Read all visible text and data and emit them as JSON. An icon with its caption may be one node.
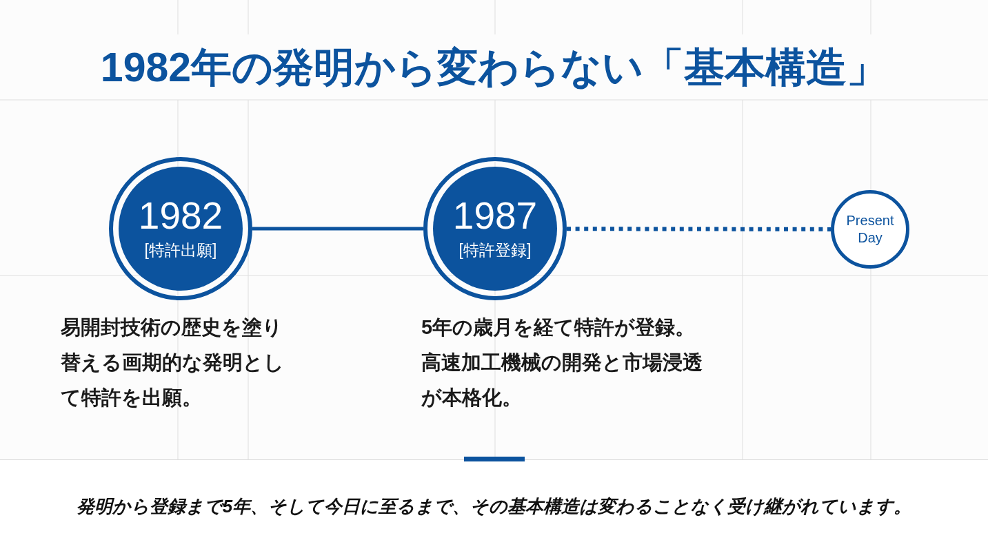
{
  "diagram": {
    "title": "1982年の発明から変わらない「基本構造」",
    "nodes": [
      {
        "text": [
          "1982",
          "[特許出願]"
        ],
        "beside": [
          "易開封技術の歴史を塗り替える画期的な発明として特許を出願。"
        ]
      },
      {
        "text": [
          "1987",
          "[特許登録]"
        ],
        "beside": [
          "5年の歳月を経て特許が登録。高速加工機械の開発と市場浸透が本格化。"
        ]
      },
      {
        "text": [
          "Present Day"
        ]
      }
    ],
    "edges": [
      {
        "from": 0,
        "to": 1,
        "arrow": "none"
      },
      {
        "from": 1,
        "to": 2,
        "arrow": "none",
        "style": "dashed"
      }
    ],
    "caption": "発明から登録まで5年、そして今日に至るまで、その基本構造は変わることなく受け継がれています。"
  }
}
